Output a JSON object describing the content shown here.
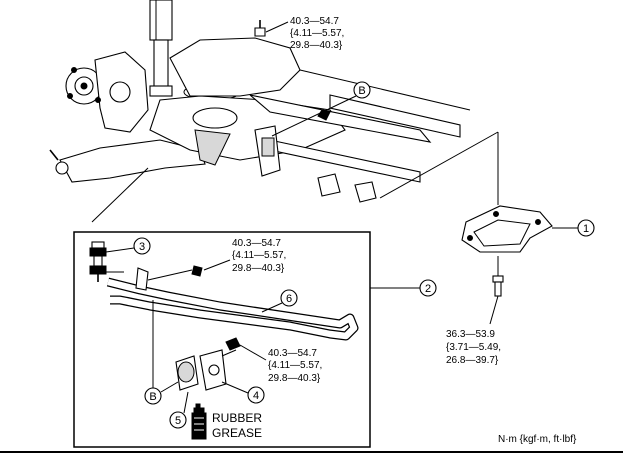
{
  "torques": {
    "top": [
      "40.3—54.7",
      "{4.11—5.57,",
      "29.8—40.3}"
    ],
    "upper_left": [
      "40.3—54.7",
      "{4.11—5.57,",
      "29.8—40.3}"
    ],
    "lower": [
      "40.3—54.7",
      "{4.11—5.57,",
      "29.8—40.3}"
    ],
    "right": [
      "36.3—53.9",
      "{3.71—5.49,",
      "26.8—39.7}"
    ]
  },
  "callouts": {
    "one": "1",
    "two": "2",
    "three": "3",
    "four": "4",
    "five": "5",
    "six": "6",
    "b_upper": "B",
    "b_lower": "B"
  },
  "grease_label": [
    "RUBBER",
    "GREASE"
  ],
  "units_note": "N·m {kgf·m, ft·lbf}"
}
